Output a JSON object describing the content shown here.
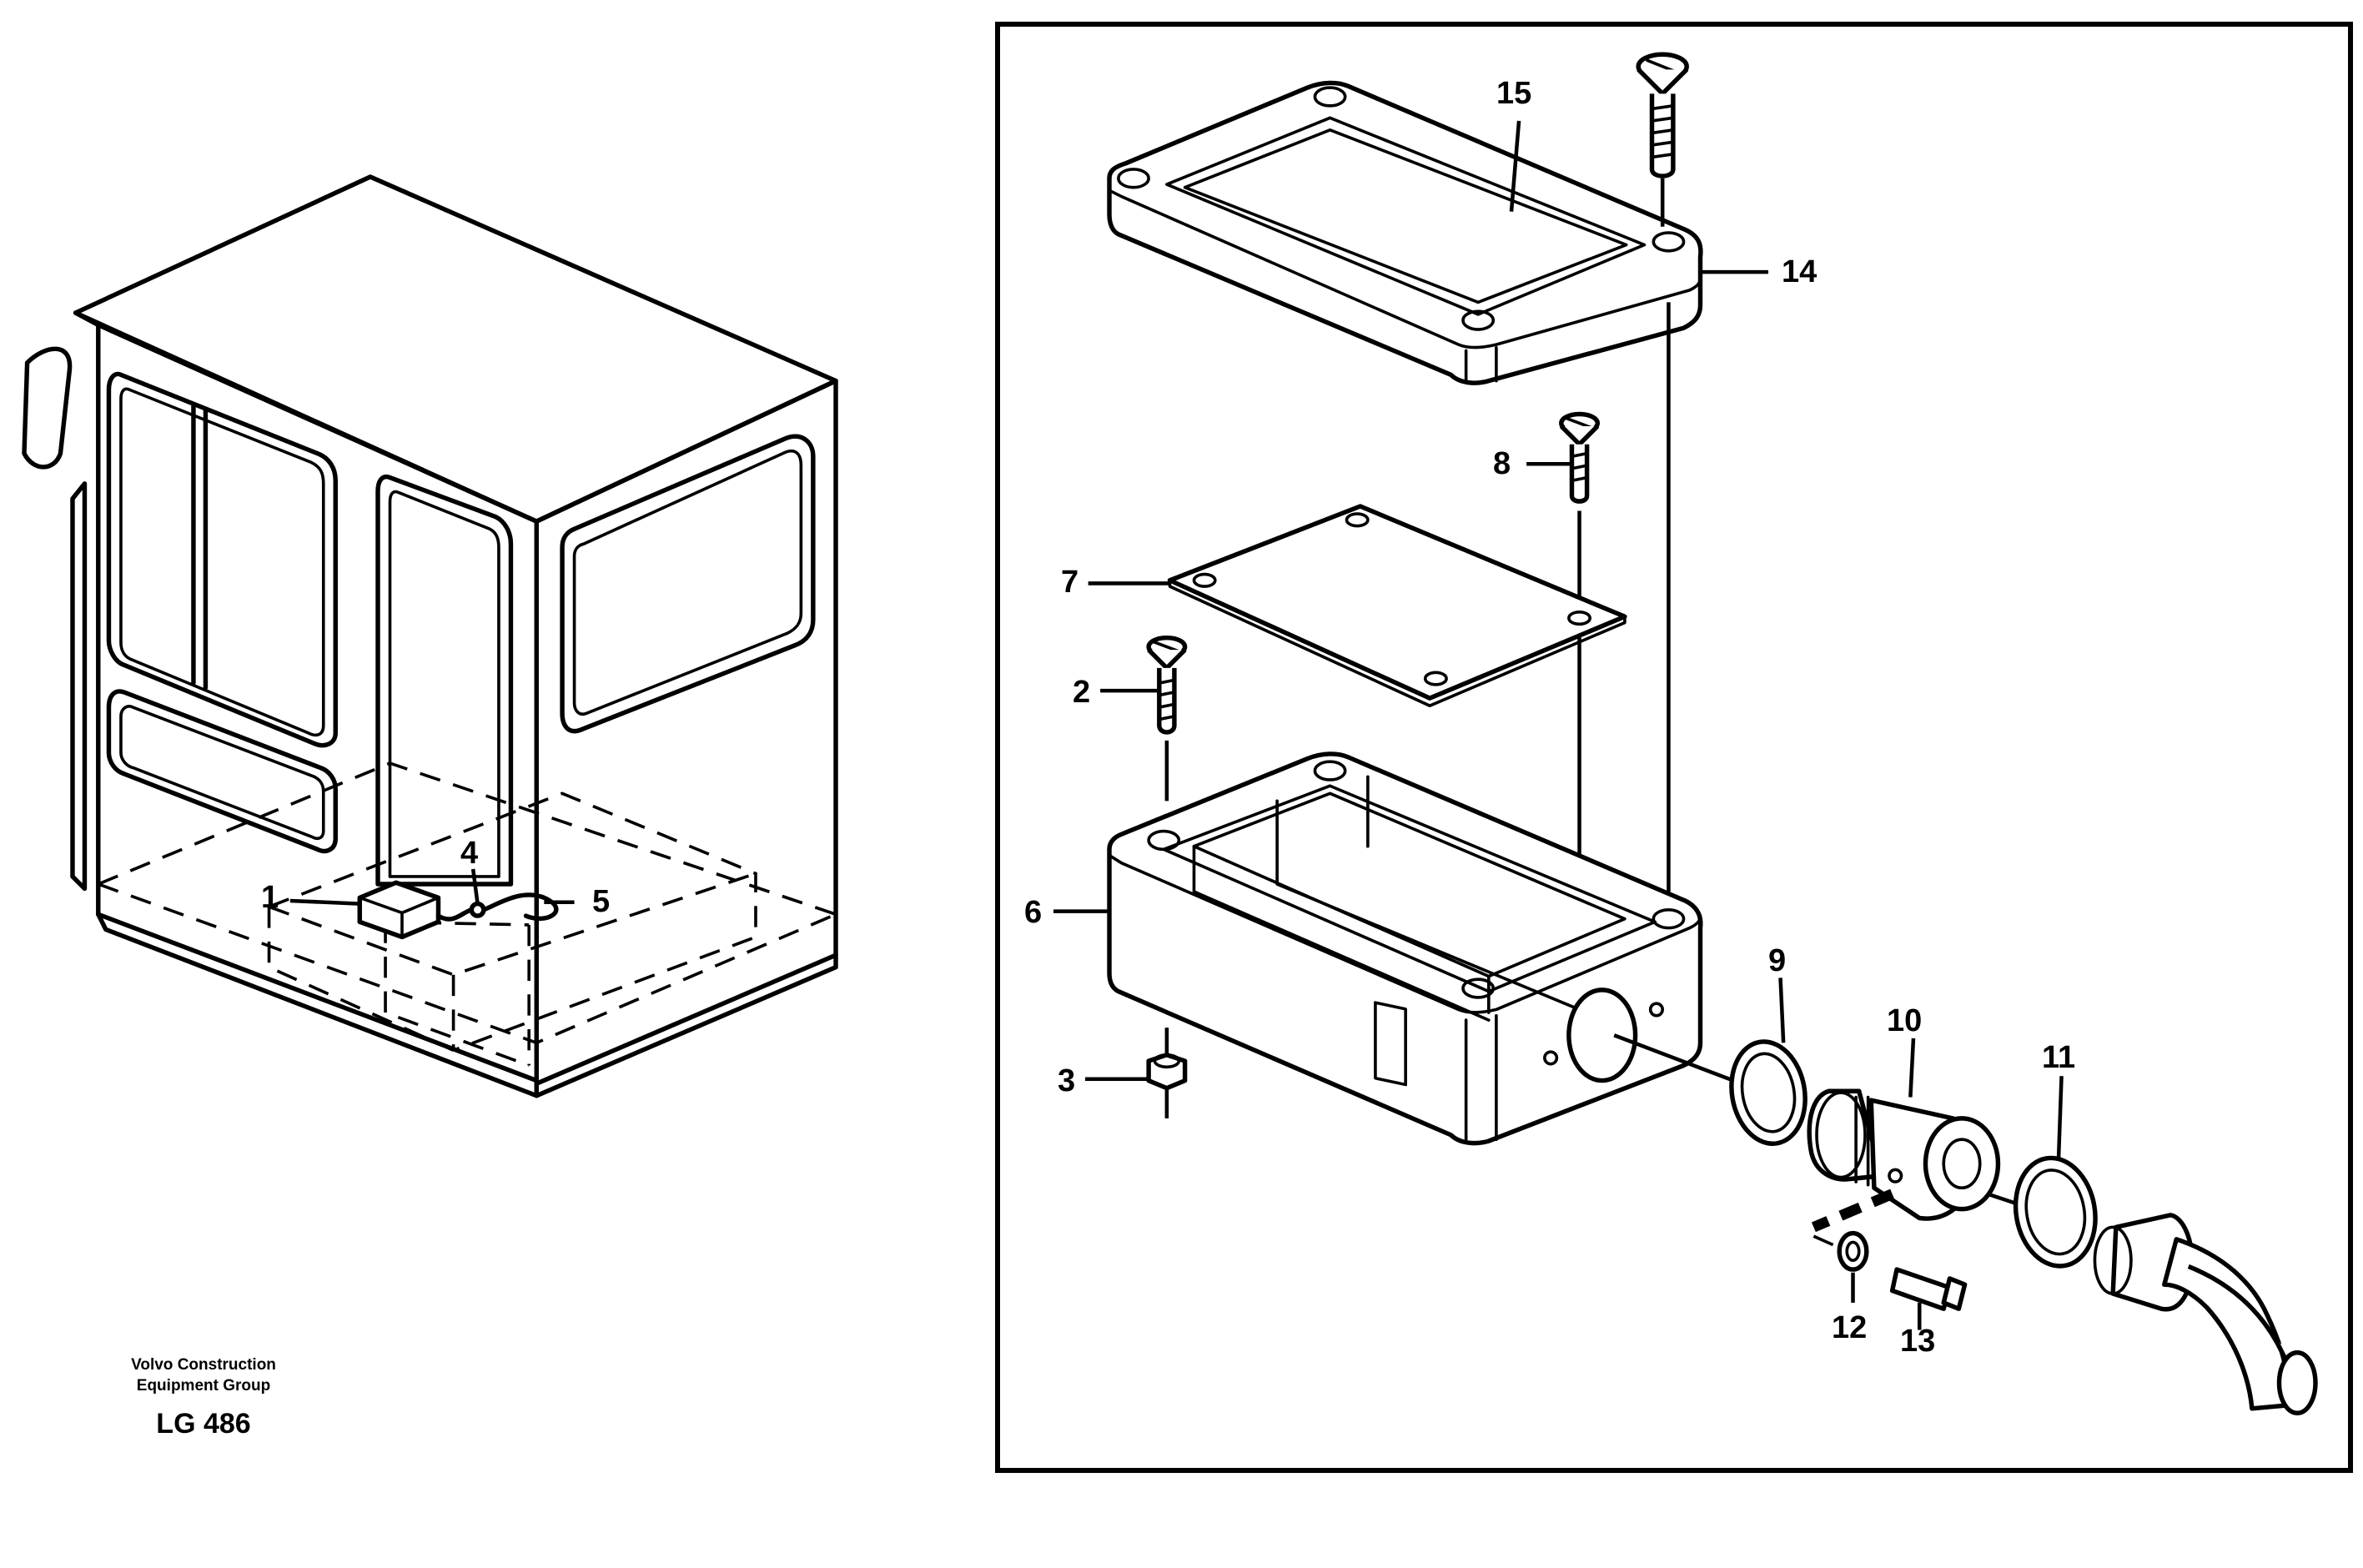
{
  "footer": {
    "brand_line1": "Volvo Construction",
    "brand_line2": "Equipment Group",
    "drawing_code": "LG 486"
  },
  "cab_labels": [
    "1",
    "4",
    "5"
  ],
  "detail_labels": [
    "15",
    "14",
    "8",
    "7",
    "2",
    "6",
    "3",
    "9",
    "10",
    "11",
    "12",
    "13"
  ],
  "colors": {
    "line": "#000000",
    "background": "#ffffff"
  }
}
